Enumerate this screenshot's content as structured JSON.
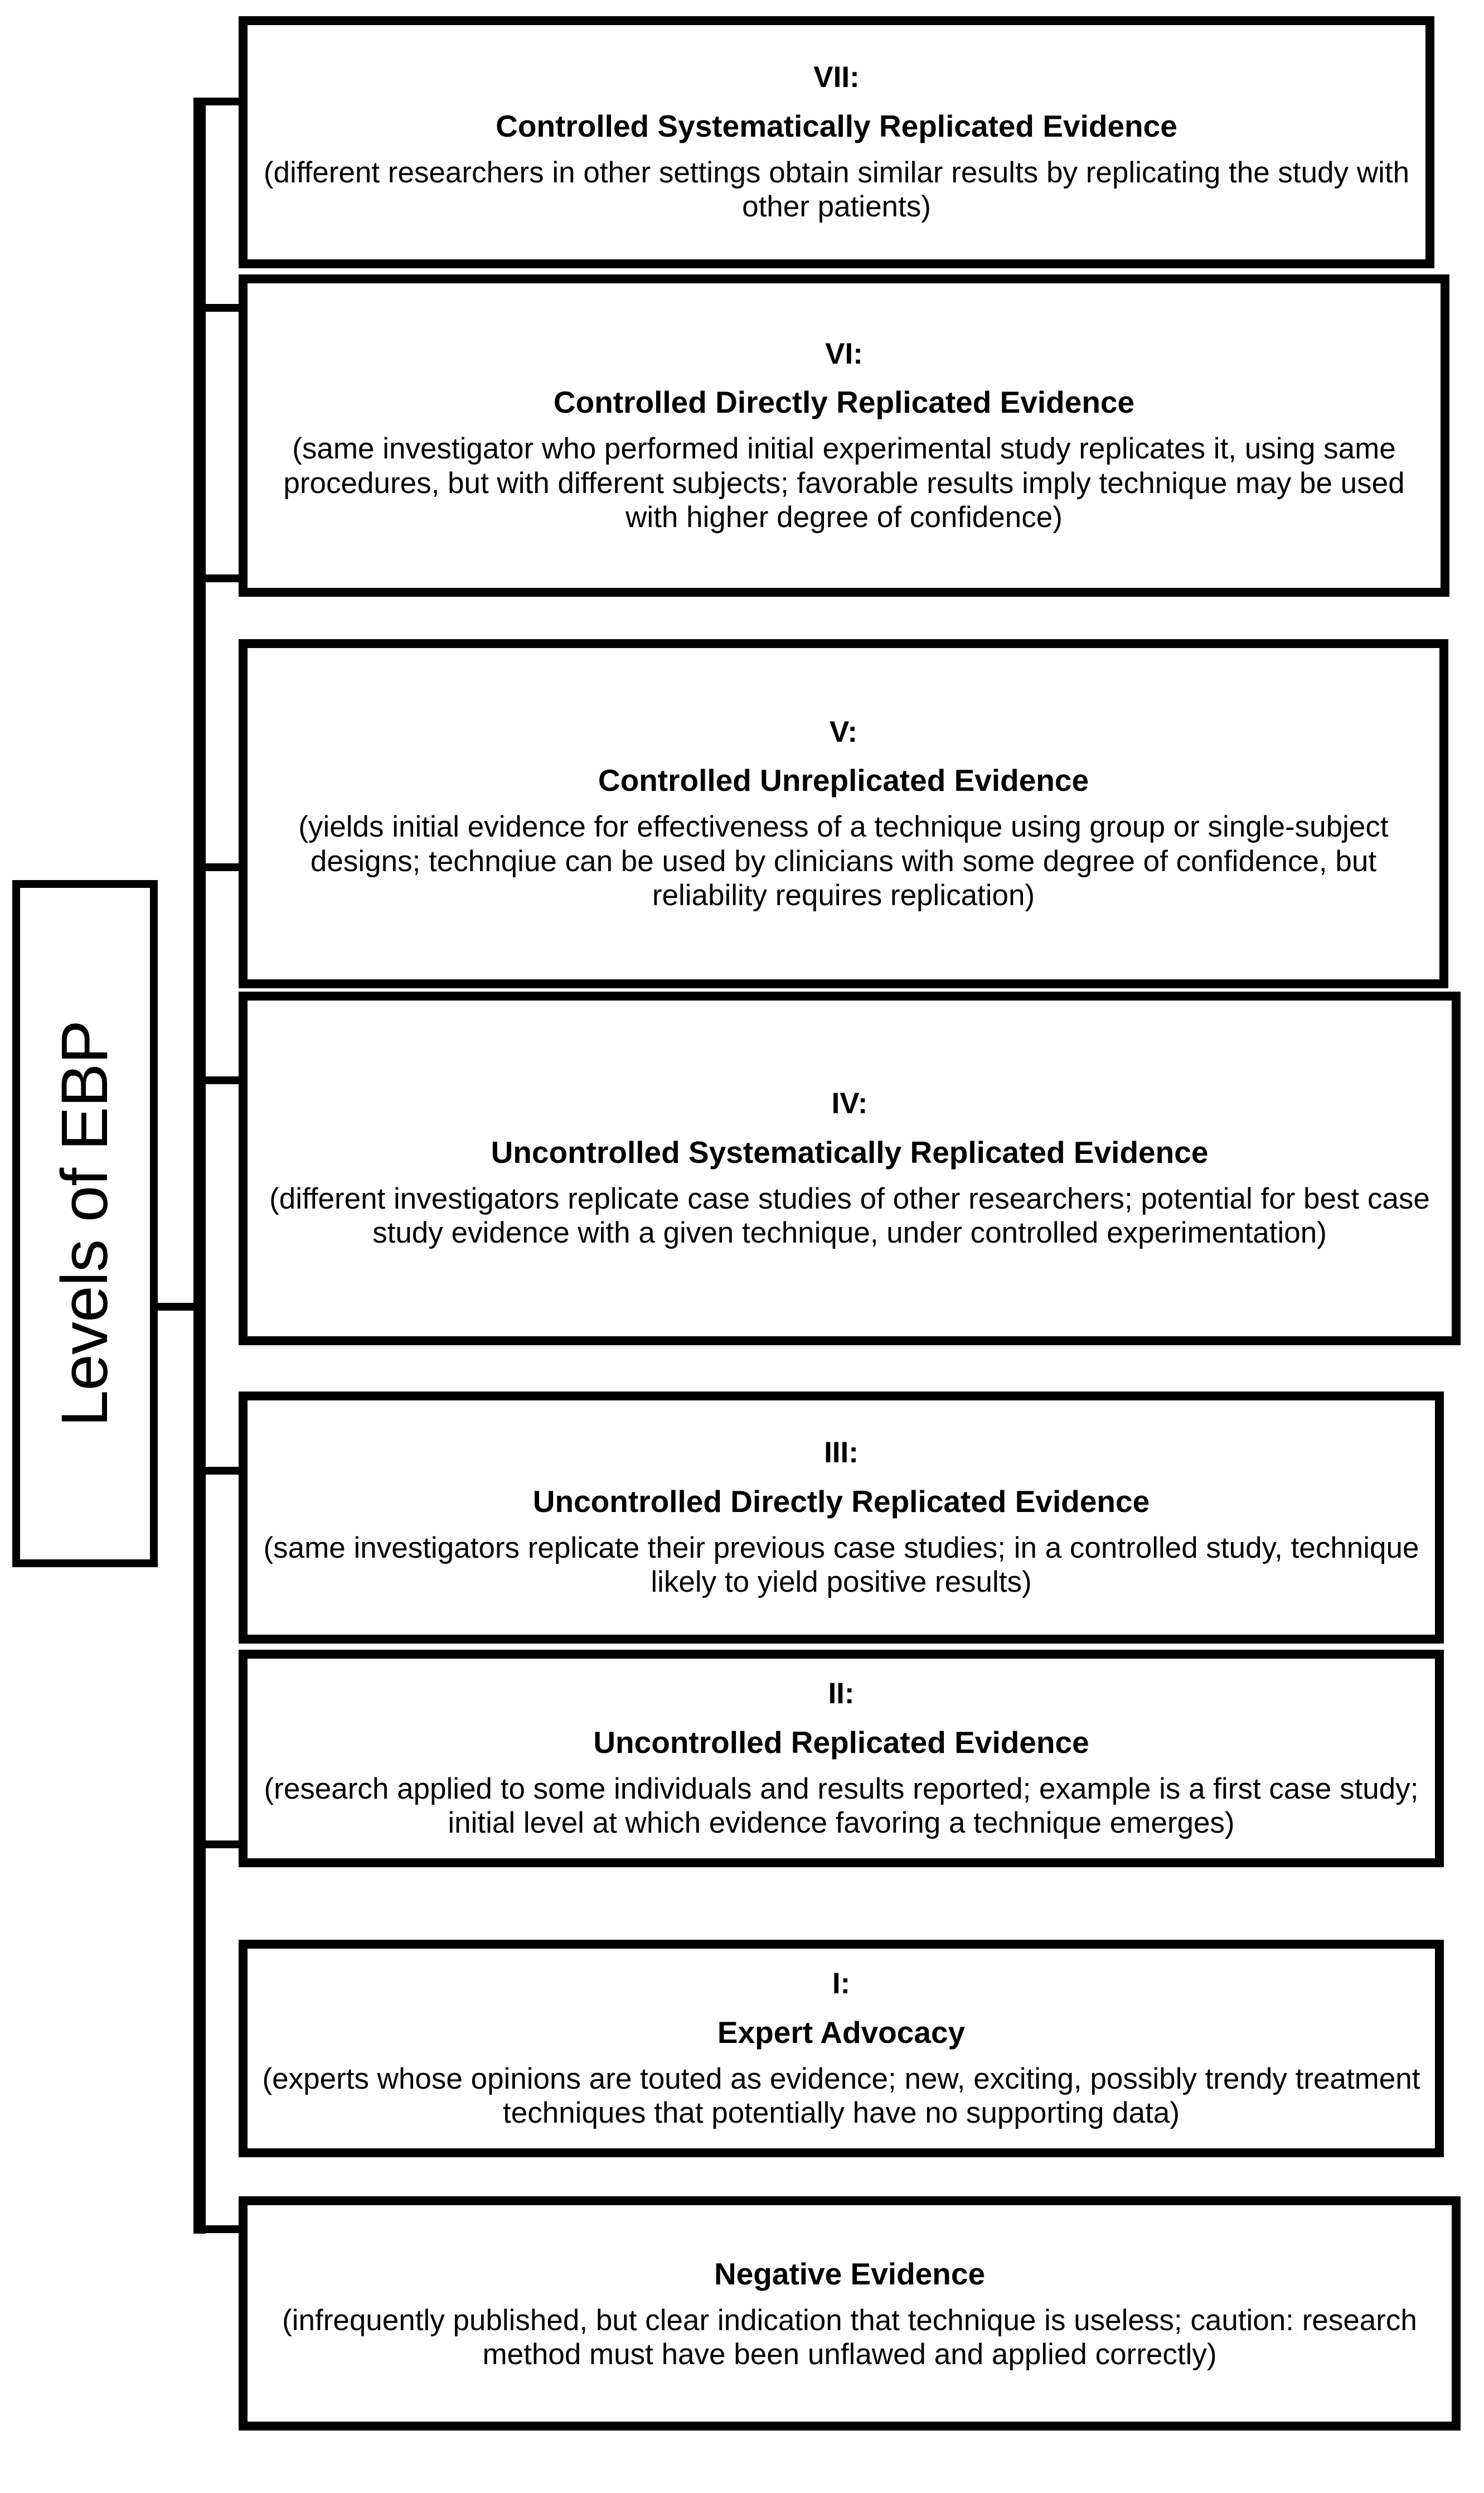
{
  "diagram": {
    "title": "Levels of EBP",
    "side_label": "Levels of EBP",
    "colors": {
      "line": "#000000",
      "background": "#ffffff",
      "text": "#000000"
    },
    "levels": [
      {
        "numeral": "VII",
        "numeral_full": "VII:",
        "title": "Controlled Systematically Replicated Evidence",
        "description": "(different researchers in other settings obtain similar results  by replicating the study with other patients)"
      },
      {
        "numeral": "VI",
        "numeral_full": "VI:",
        "title": "Controlled Directly Replicated Evidence",
        "description": "(same investigator who performed initial experimental study replicates it, using same procedures, but with different subjects; favorable results imply technique may be used with higher degree of confidence)"
      },
      {
        "numeral": "V",
        "numeral_full": "V:",
        "title": "Controlled Unreplicated Evidence",
        "description": "(yields initial evidence for effectiveness of a technique using group or single-subject designs; technqiue can be used by clinicians with some degree of confidence, but reliability requires replication)"
      },
      {
        "numeral": "IV",
        "numeral_full": "IV:",
        "title": "Uncontrolled Systematically Replicated Evidence",
        "description": "(different investigators replicate case studies  of other researchers; potential for best case study evidence with a given technique, under controlled experimentation)"
      },
      {
        "numeral": "III",
        "numeral_full": "III:",
        "title": "Uncontrolled Directly Replicated Evidence",
        "description": "(same investigators replicate their previous case studies; in a controlled study, technique likely to yield positive results)"
      },
      {
        "numeral": "II",
        "numeral_full": "II:",
        "title": "Uncontrolled Replicated Evidence",
        "description": "(research applied to some individuals and results reported; example is a first case study; initial level at which evidence favoring a technique emerges)"
      },
      {
        "numeral": "I",
        "numeral_full": "I:",
        "title": "Expert Advocacy",
        "description": "(experts whose  opinions are touted as evidence; new, exciting, possibly trendy treatment techniques that potentially have no supporting data)"
      },
      {
        "numeral": "",
        "numeral_full": "",
        "title": "Negative Evidence",
        "description": "(infrequently published, but clear indication that technique is useless; caution: research method must have been unflawed and applied correctly)"
      }
    ]
  }
}
